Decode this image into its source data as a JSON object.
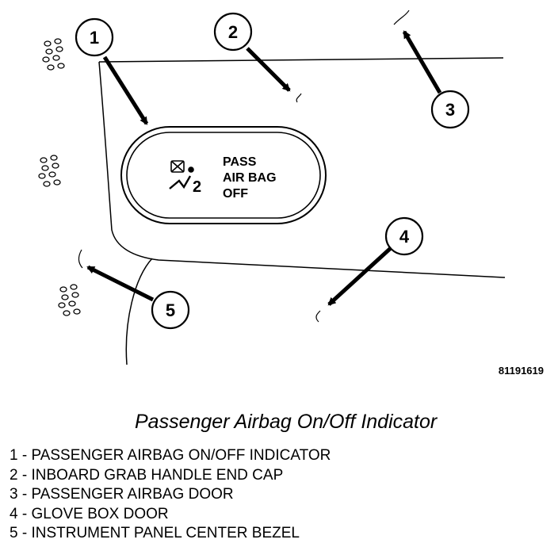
{
  "indicator": {
    "icon": "airbag-off-icon",
    "icon_digit": "2",
    "lines": [
      "PASS",
      "AIR BAG",
      "OFF"
    ]
  },
  "callouts": [
    "1",
    "2",
    "3",
    "4",
    "5"
  ],
  "figure_id": "81191619",
  "caption": "Passenger Airbag On/Off Indicator",
  "legend": [
    "1 - PASSENGER AIRBAG ON/OFF INDICATOR",
    "2 - INBOARD GRAB HANDLE END CAP",
    "3 - PASSENGER AIRBAG DOOR",
    "4 - GLOVE BOX DOOR",
    "5 - INSTRUMENT PANEL CENTER BEZEL"
  ]
}
